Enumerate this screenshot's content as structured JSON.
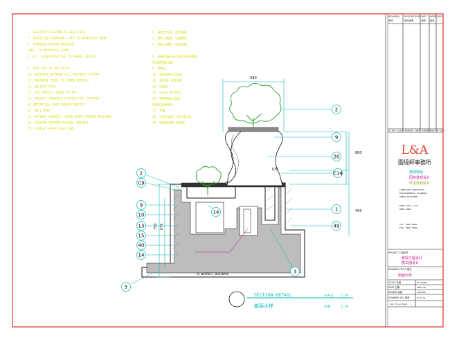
{
  "colors": {
    "paper": "#ffffff",
    "frame_red": "#e03030",
    "line_black": "#111111",
    "annotation_yellow": "#d8d800",
    "dimension_cyan": "#00b8b8",
    "plant_green": "#2a9a2a",
    "logo_red": "#e8402a",
    "firm_cyan": "#00b0d0",
    "firm_magenta": "#d01090",
    "firm_olive": "#a0a020",
    "leader_magenta": "#c0208a"
  },
  "notes_left": [
    "1.   SELECTED LIGHTING AS SPECIFIED",
    "2.   SPECIFIED PLANTING ( REF TO MATERIALS PLAN )",
    "3.   APPROVED PAVING MATERIAL",
    "     (REF. TO MATERIALS PLAN)",
    "4.   R.C. SLAB/STRUCTURE TO ENGRG. DETAIL",
    "",
    "5.   SOIL MIX AS SPECIFIED",
    "10.  DRAINAGE NETWORK CELL DRAINAGE SYSTEM",
    "11.  DRAINAGE PIPE, TO ENGRG DETAILS",
    "12.  BALLAST CAPS",
    "13.  GEO-TEXTILE FIBER FILTER",
    "14.  PRECAST CONCRETE PLANTER POT, APPLYED",
    "     W/ ARTIFICIAL ROCK FINISH SURFACE",
    "15.  WELL ROPE",
    "16.  NATURAL GRANITE, COLOR BLACK FINISH POLISHED",
    "40.  50mmTHK GRANITE BLOCKS, NATURAL",
    "     CUT FINISH (HIGH-LIGHT RED)"
  ],
  "notes_right": [
    "1.   指定之灯具，见灯具图",
    "2.   指定之植物，见植物图",
    "3.   指定之铺装（见材料图）",
    "",
    "4.   钢筋混凝土板/结构详见结构图,",
    "     参见结构施工图",
    "5.   种植土",
    "10.  排水板做法见图示",
    "11.  排水管，详见大样",
    "12.  压顶石",
    "13.  土工布 做法同左",
    "14.  预制混凝土花盆,",
    "     面层仿石材饰面",
    "15.  井绳",
    "16.  天然花岗岩，黑色抛光面",
    "40.  50厚花岗岩 自然面"
  ],
  "callouts": [
    "2",
    "9",
    "20",
    "C14",
    "1",
    "49",
    "3",
    "2",
    "C9",
    "9",
    "10",
    "13",
    "15",
    "40",
    "14",
    "5",
    "14"
  ],
  "dimensions": {
    "top": "680",
    "right_upper": "880",
    "right_lower": "450",
    "right_mid": "100",
    "left_outer": "750",
    "left_inner": "675"
  },
  "labels": {
    "drainage": "TO NEAREST DRAINAGE"
  },
  "section": {
    "title": "SECTION DETAIL",
    "title_cn": "剖面大样",
    "scale_label": "SCALE",
    "scale_value": "1:10",
    "scale_label_cn": "比例",
    "scale_value_cn": "1:10"
  },
  "title_block": {
    "rev_headers": [
      "REVISION",
      "DESCRIPTION",
      "DATE",
      "APPROVED"
    ],
    "rev_row": [
      "修改",
      "修改说明",
      "日期",
      "批准"
    ],
    "stamp_line": "DO NOT SCALE DRAWING  CHECK DIMENSIONS ON SITE",
    "logo": "L&A",
    "firm_name": "園境師事務所",
    "firm_lines_cn": [
      "景观规划",
      "园林景观设计",
      "环境规划设计"
    ],
    "firm_lines_en": [
      "LANDSCAPE ARCHITECTS",
      "ENVIRONMENTAL PLANNERS",
      "URBAN DESIGNERS"
    ],
    "firm_address": [
      "ROOM 1203, 12/F",
      "HONG KONG",
      "TEL: 0000 0000",
      "FAX: 0000 0000"
    ],
    "project_label": "PROJECT 工程名称",
    "project_name": [
      "景观工程设计",
      "施工图设计"
    ],
    "drawing_label": "DRAWING TITLE 图名",
    "drawing_title": "剖面大样",
    "meta_rows": [
      [
        "SCALE 比例",
        "AS SHOWN"
      ],
      [
        "DATE 日期",
        "2008.08"
      ],
      [
        "DRAWN 绘图",
        "CHECKED"
      ],
      [
        "DRAWING NO. 图号",
        "LA-D-01"
      ]
    ],
    "sheet_note": "cad file/sheet ..."
  }
}
